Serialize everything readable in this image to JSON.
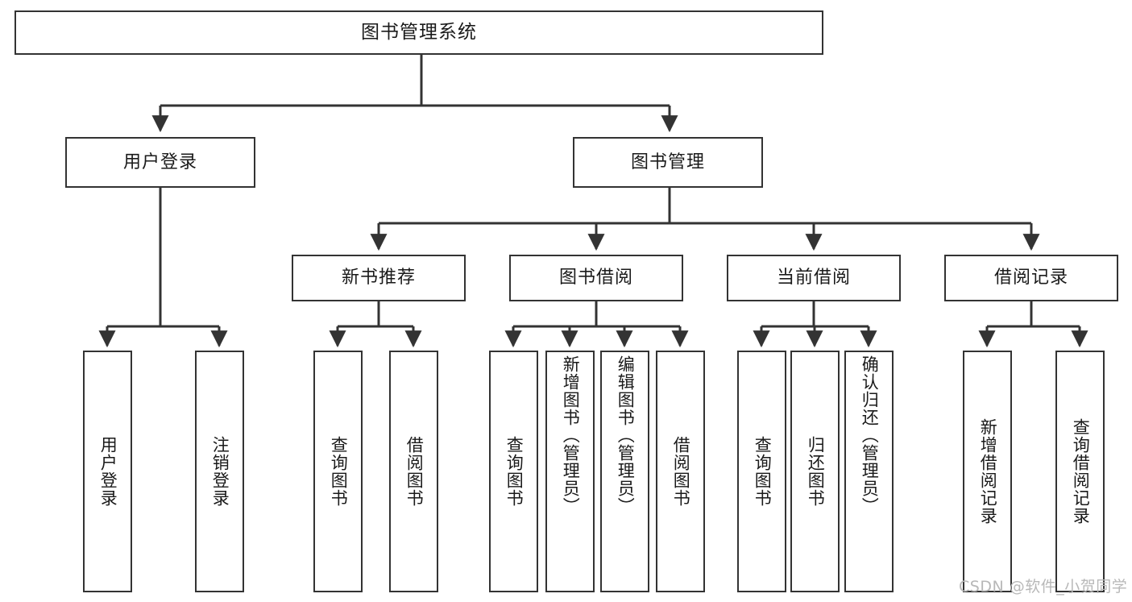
{
  "diagram": {
    "type": "tree-hierarchy",
    "title": "图书管理系统",
    "theme": {
      "background": "#ffffff",
      "stroke": "#333333",
      "node_fill": "#ffffff",
      "text": "#1a1a1a",
      "watermark": "#b8b8b8"
    },
    "nodes": {
      "root": {
        "label": "图书管理系统"
      },
      "level2": [
        {
          "id": "user-login",
          "label": "用户登录"
        },
        {
          "id": "book-management",
          "label": "图书管理"
        }
      ],
      "level3": [
        {
          "id": "new-book-recommend",
          "label": "新书推荐"
        },
        {
          "id": "book-borrow",
          "label": "图书借阅"
        },
        {
          "id": "current-borrow",
          "label": "当前借阅"
        },
        {
          "id": "borrow-record",
          "label": "借阅记录"
        }
      ],
      "leaves": {
        "user-login": [
          {
            "id": "leaf-user-login",
            "label": "用户登录"
          },
          {
            "id": "leaf-user-logout",
            "label": "注销登录"
          }
        ],
        "new-book-recommend": [
          {
            "id": "leaf-query-book-1",
            "label": "查询图书"
          },
          {
            "id": "leaf-borrow-book-1",
            "label": "借阅图书"
          }
        ],
        "book-borrow": [
          {
            "id": "leaf-query-book-2",
            "label": "查询图书"
          },
          {
            "id": "leaf-add-book",
            "label": "新增图书（管理员）"
          },
          {
            "id": "leaf-edit-book",
            "label": "编辑图书（管理员）"
          },
          {
            "id": "leaf-borrow-book-2",
            "label": "借阅图书"
          }
        ],
        "current-borrow": [
          {
            "id": "leaf-query-book-3",
            "label": "查询图书"
          },
          {
            "id": "leaf-return-book",
            "label": "归还图书"
          },
          {
            "id": "leaf-confirm-return",
            "label": "确认归还（管理员）"
          }
        ],
        "borrow-record": [
          {
            "id": "leaf-add-record",
            "label": "新增借阅记录"
          },
          {
            "id": "leaf-query-record",
            "label": "查询借阅记录"
          }
        ]
      }
    }
  },
  "watermark": {
    "text": "CSDN @软件_小贺同学"
  }
}
